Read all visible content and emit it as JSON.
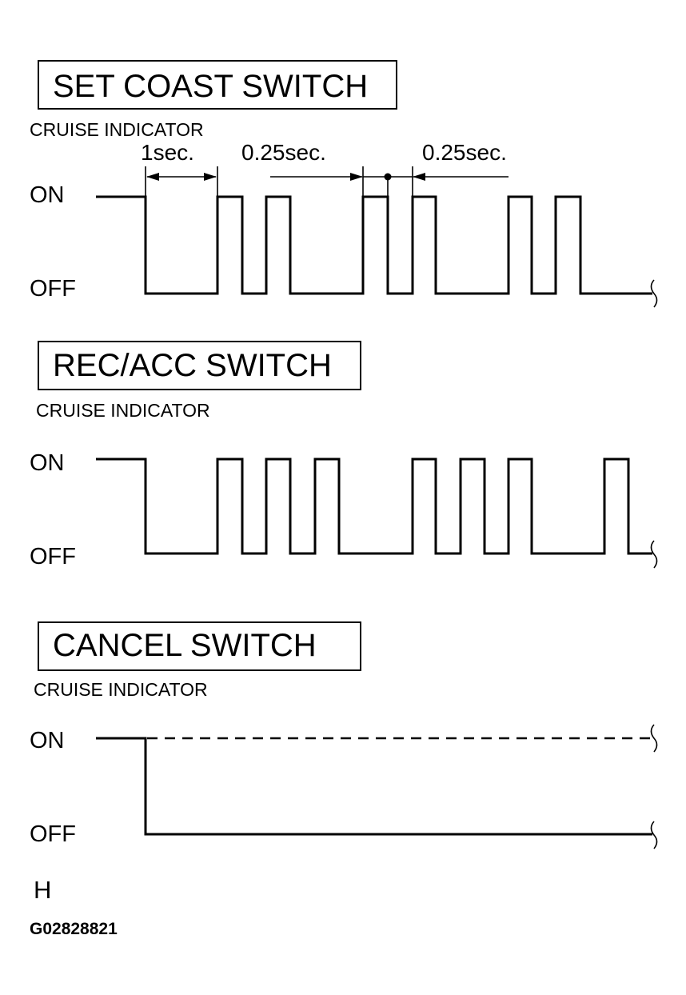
{
  "panels": [
    {
      "title": "SET COAST SWITCH",
      "subtitle": "CRUISE INDICATOR",
      "on_label": "ON",
      "off_label": "OFF",
      "annotations": {
        "first_interval": "1sec.",
        "second_interval": "0.25sec.",
        "third_interval": "0.25sec."
      }
    },
    {
      "title": "REC/ACC SWITCH",
      "subtitle": "CRUISE INDICATOR",
      "on_label": "ON",
      "off_label": "OFF"
    },
    {
      "title": "CANCEL SWITCH",
      "subtitle": "CRUISE INDICATOR",
      "on_label": "ON",
      "off_label": "OFF"
    }
  ],
  "footer": {
    "letter": "H",
    "code": "G02828821"
  }
}
